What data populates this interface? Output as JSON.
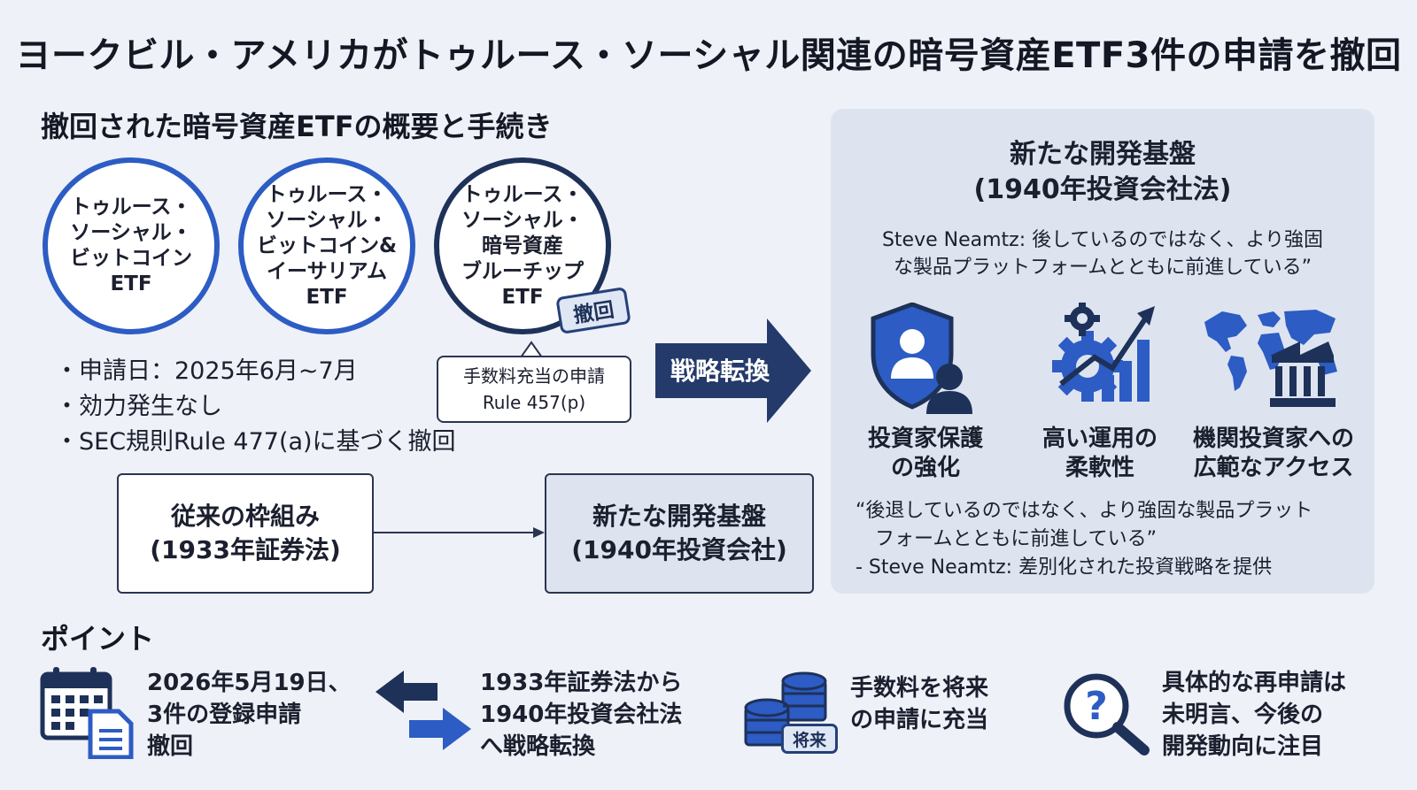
{
  "title": "ヨークビル・アメリカがトゥルース・ソーシャル関連の暗号資産ETF3件の申請を撤回",
  "overview": {
    "heading": "撤回された暗号資産ETFの概要と手続き",
    "etfs": [
      "トゥルース・\nソーシャル・\nビットコイン\nETF",
      "トゥルース・\nソーシャル・\nビットコイン&\nイーサリアム\nETF",
      "トゥルース・\nソーシャル・\n暗号資産\nブルーチップ\nETF"
    ],
    "stamp": "撤回",
    "callout": {
      "line1": "手数料充当の申請",
      "line2": "Rule 457(p)"
    },
    "bullets": [
      "申請日：2025年6月~7月",
      "効力発生なし",
      "SEC規則Rule 477(a)に基づく撤回"
    ],
    "arrow_label": "戦略転換",
    "old_framework": {
      "line1": "従来の枠組み",
      "line2": "(1933年証券法)"
    },
    "new_framework": {
      "line1": "新たな開発基盤",
      "line2": "(1940年投資会社)"
    }
  },
  "panel": {
    "title": "新たな開発基盤\n(1940年投資会社法)",
    "quote1": "Steve Neamtz: 後しているのではなく、より強固\nな製品プラットフォームとともに前進している”",
    "features": [
      {
        "icon": "shield-investor-icon",
        "label": "投資家保護\nの強化"
      },
      {
        "icon": "gear-growth-chart-icon",
        "label": "高い運用の\n柔軟性"
      },
      {
        "icon": "world-map-bank-icon",
        "label": "機関投資家への\n広範なアクセス"
      }
    ],
    "quote2": "“後退しているのではなく、より強固な製品プラット\n　フォームとともに前進している”\n- Steve Neamtz: 差別化された投資戦略を提供"
  },
  "points": {
    "heading": "ポイント",
    "items": [
      {
        "icon": "calendar-document-icon",
        "text": "2026年5月19日、\n3件の登録申請\n撤回"
      },
      {
        "icon": "swap-arrows-icon",
        "text": "1933年証券法から\n1940年投資会社法\nへ戦略転換"
      },
      {
        "icon": "coin-stack-icon",
        "badge": "将来",
        "text": "手数料を将来\nの申請に充当"
      },
      {
        "icon": "magnifier-question-icon",
        "text": "具体的な再申請は\n未明言、今後の\n開発動向に注目"
      }
    ]
  },
  "colors": {
    "background": "#eef1f7",
    "accent_blue": "#2c5cc4",
    "navy": "#1e3159",
    "panel": "#dde4f0"
  }
}
